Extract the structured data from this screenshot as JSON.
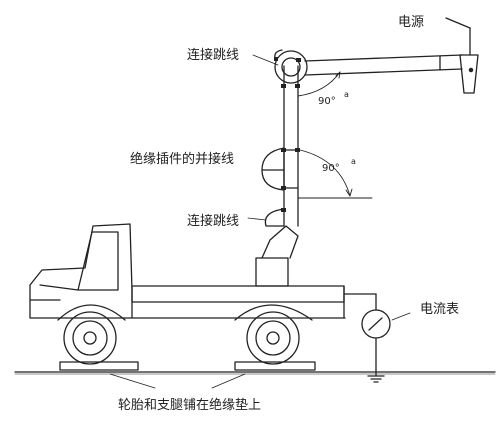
{
  "labels": {
    "power_source": "电源",
    "jumper_top": "连接跳线",
    "insulated_insert": "绝缘插件的并接线",
    "jumper_bottom": "连接跳线",
    "ammeter": "电流表",
    "tires_outriggers": "轮胎和支腿铺在绝缘垫上"
  },
  "angles": {
    "upper": "90°",
    "upper_mark": "a",
    "middle": "90°",
    "middle_mark": "a"
  },
  "colors": {
    "ink": "#222222"
  }
}
